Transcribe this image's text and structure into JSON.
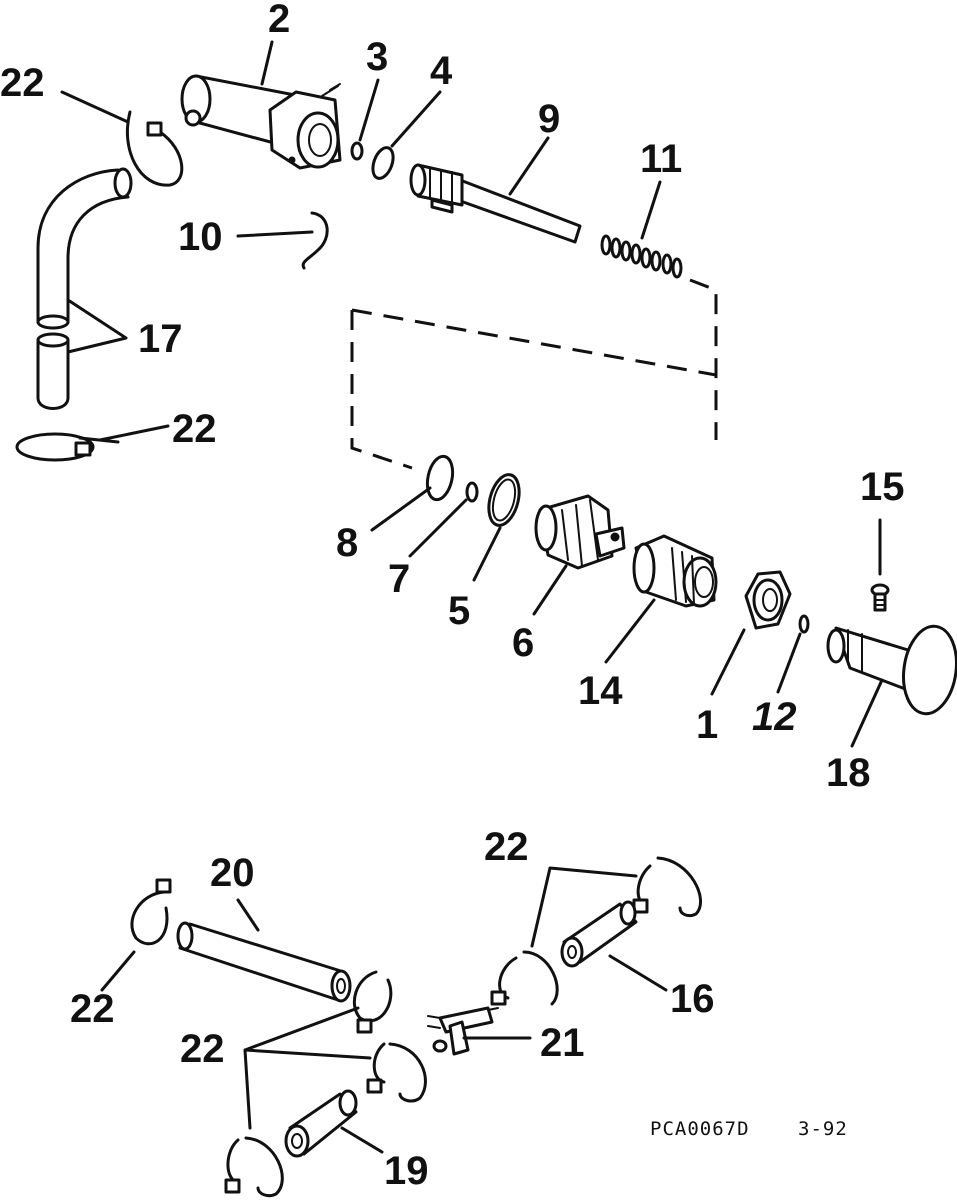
{
  "callouts": {
    "c1": "1",
    "c2": "2",
    "c3": "3",
    "c4": "4",
    "c5": "5",
    "c6": "6",
    "c7": "7",
    "c8": "8",
    "c9": "9",
    "c10": "10",
    "c11": "11",
    "c12": "12",
    "c14": "14",
    "c15": "15",
    "c16": "16",
    "c17": "17",
    "c18": "18",
    "c19": "19",
    "c20": "20",
    "c21": "21",
    "c22": "22"
  },
  "footer": {
    "drawing_code": "PCA0067D",
    "date": "3-92"
  }
}
